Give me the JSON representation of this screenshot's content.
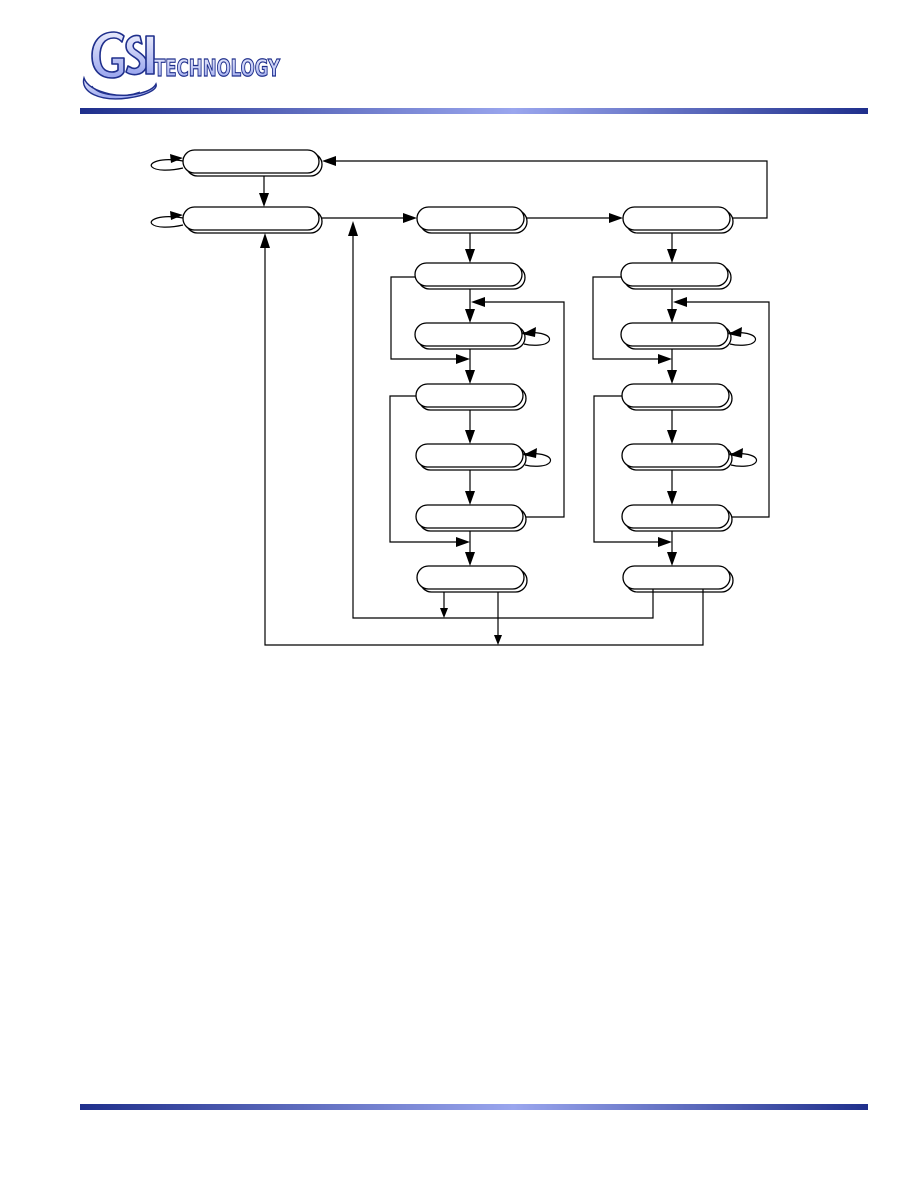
{
  "header": {
    "logo_mark": "GSI",
    "logo_text": "TECHNOLOGY"
  },
  "colors": {
    "brand_navy": "#1f2f8c",
    "brand_periwinkle": "#9aa6ee",
    "logo_fill": "#c9cdf2",
    "logo_outline": "#1f2f8c"
  },
  "diagram": {
    "states": [
      {
        "id": "state-top"
      },
      {
        "id": "state-idle"
      },
      {
        "id": "state-left-1"
      },
      {
        "id": "state-left-2"
      },
      {
        "id": "state-left-3"
      },
      {
        "id": "state-left-4"
      },
      {
        "id": "state-left-5"
      },
      {
        "id": "state-left-6"
      },
      {
        "id": "state-left-7"
      },
      {
        "id": "state-right-1"
      },
      {
        "id": "state-right-2"
      },
      {
        "id": "state-right-3"
      },
      {
        "id": "state-right-4"
      },
      {
        "id": "state-right-5"
      },
      {
        "id": "state-right-6"
      },
      {
        "id": "state-right-7"
      }
    ]
  }
}
